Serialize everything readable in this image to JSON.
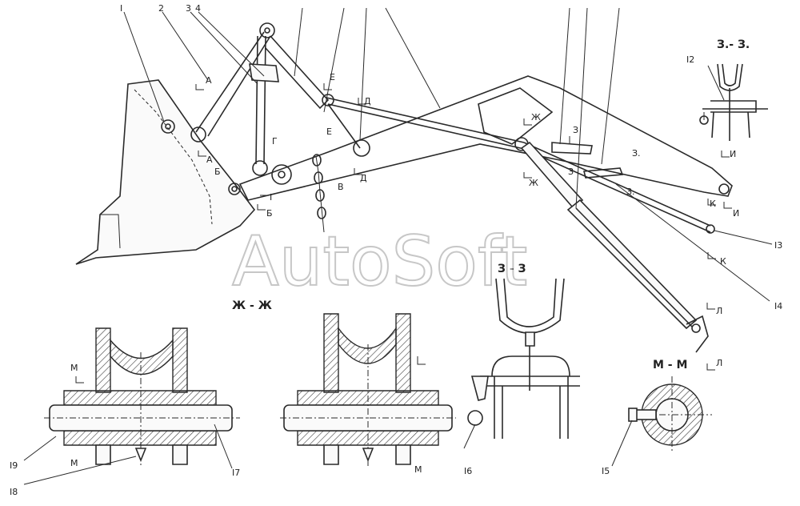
{
  "watermark": "AutoSoft",
  "callouts": {
    "c1": "I",
    "c2": "2",
    "c3": "3",
    "c4": "4",
    "c12": "I2",
    "c13": "I3",
    "c14": "I4",
    "c15": "I5",
    "c16": "I6",
    "c17": "I7",
    "c18": "I8",
    "c19": "I9"
  },
  "section_marks": {
    "A1": "А",
    "A2": "А",
    "B1": "Б",
    "B2": "Б",
    "V": "В",
    "G1": "Г",
    "G2": "Г",
    "D1": "Д",
    "D2": "Д",
    "E1": "Е",
    "E2": "Е",
    "Zh1": "Ж",
    "Zh2": "Ж",
    "Z1": "З",
    "Z2": "З",
    "Z3": "З.",
    "Z4": "З.",
    "I1": "И",
    "I2": "И",
    "K1": "К",
    "K2": "К",
    "L1": "Л",
    "L2": "Л",
    "M1": "М",
    "M2": "М",
    "M3": "М"
  },
  "section_titles": {
    "zz_top": "З.- З.",
    "zhzh": "Ж - Ж",
    "zz": "З - З",
    "mm": "М - М"
  }
}
